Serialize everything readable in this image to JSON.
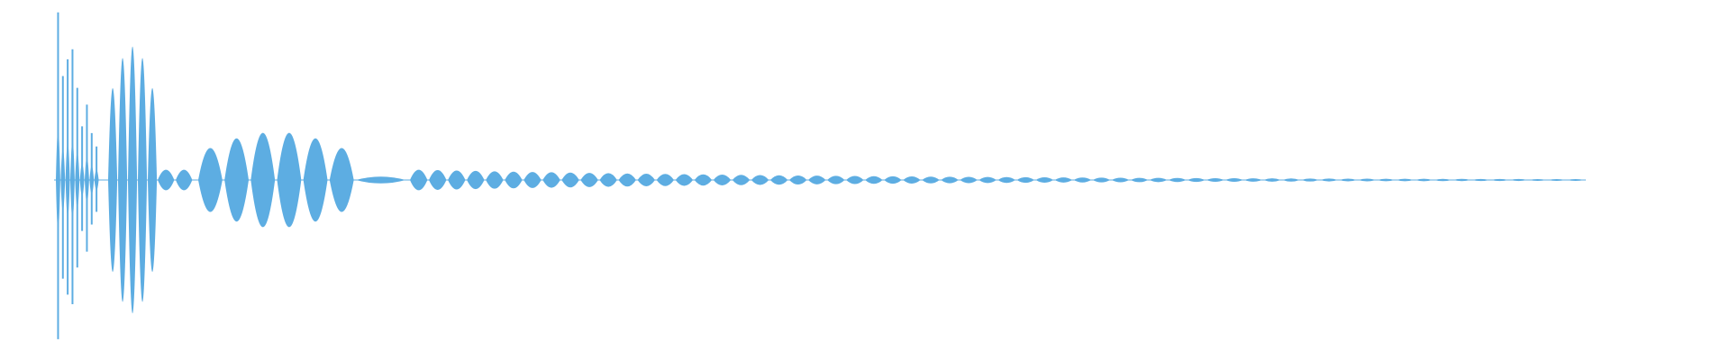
{
  "colors": {
    "background": "#ffffff",
    "waveform": "#5dade2"
  },
  "waveform": {
    "description_icon": "audio-waveform",
    "segments": [
      {
        "kind": "attack-spikes",
        "peak_amplitude": 0.98,
        "cycles": 9
      },
      {
        "kind": "burst",
        "peak_amplitude": 0.78,
        "cycles": 5
      },
      {
        "kind": "gap",
        "peak_amplitude": 0.06,
        "cycles": 2
      },
      {
        "kind": "burst",
        "peak_amplitude": 0.28,
        "cycles": 6
      },
      {
        "kind": "gap",
        "peak_amplitude": 0.02,
        "cycles": 1
      },
      {
        "kind": "decay-tail",
        "peak_amplitude": 0.06,
        "end_amplitude": 0.005,
        "cycles": 62
      }
    ]
  }
}
